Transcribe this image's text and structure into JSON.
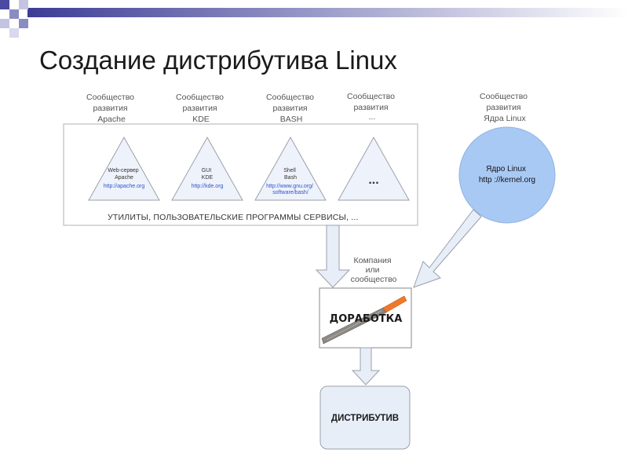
{
  "title": "Создание дистрибутива Linux",
  "communities": [
    {
      "label": [
        "Сообщество",
        "развития",
        "Apache"
      ],
      "triangle": [
        "Web-сервер",
        "Apache"
      ],
      "link": [
        "http://apache.org"
      ]
    },
    {
      "label": [
        "Сообщество",
        "развития",
        "KDE"
      ],
      "triangle": [
        "GUI",
        "KDE"
      ],
      "link": [
        "http://kde.org"
      ]
    },
    {
      "label": [
        "Сообщество",
        "развития",
        "BASH"
      ],
      "triangle": [
        "Shell",
        "Bash"
      ],
      "link": [
        "http://www.gnu.org/",
        "software/bash/"
      ]
    },
    {
      "label": [
        "Сообщество",
        "развития",
        "..."
      ],
      "triangle": [
        "..."
      ],
      "link": []
    }
  ],
  "utilities_caption": "УТИЛИТЫ, ПОЛЬЗОВАТЕЛЬСКИЕ ПРОГРАММЫ СЕРВИСЫ, ...",
  "kernel": {
    "community_label": [
      "Сообщество",
      "развития",
      "Ядра Linux"
    ],
    "lines": [
      "Ядро Linux",
      "http ://kernel.org"
    ]
  },
  "company_label": [
    "Компания",
    "или",
    "сообщество"
  ],
  "finishing_label": "ДОРАБОТКА",
  "distribution_label": "ДИСТРИБУТИВ",
  "colors": {
    "kernel_fill": "#a9c9f5",
    "triangle_fill": "#eef2fa",
    "arrow_fill": "#e8eef8",
    "distribution_fill": "#e8eef8",
    "file_handle": "#f0782a",
    "file_blade": "#8a8580",
    "accent_blue": "#4a4aa0"
  }
}
